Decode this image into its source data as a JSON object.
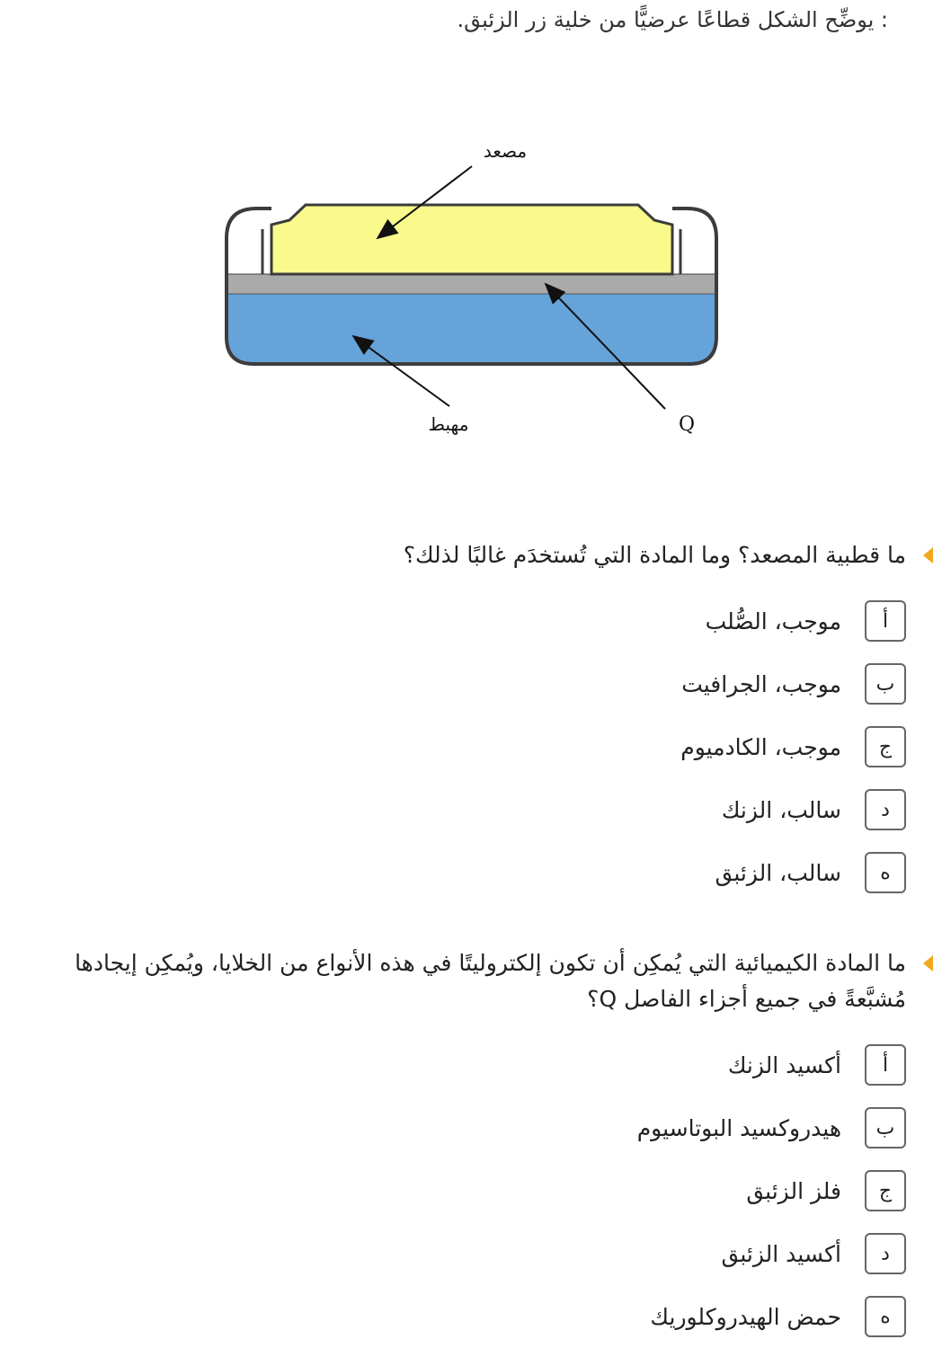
{
  "intro": ": يوضِّح الشكل قطاعًا عرضيًّا من خلية زر الزئبق.",
  "diagram": {
    "labels": {
      "anode": "مصعد",
      "cathode": "مهبط",
      "separator": "Q"
    },
    "colors": {
      "anode": "#fafa8c",
      "separator": "#aaaaaa",
      "cathode": "#65a3d9",
      "outline": "#3c3c3c"
    }
  },
  "questions": [
    {
      "text": "ما قطبية المصعد؟ وما المادة التي تُستخدَم غالبًا لذلك؟",
      "options": [
        {
          "key": "أ",
          "label": "موجب، الصُّلب"
        },
        {
          "key": "ب",
          "label": "موجب، الجرافيت"
        },
        {
          "key": "ج",
          "label": "موجب، الكادميوم"
        },
        {
          "key": "د",
          "label": "سالب، الزنك"
        },
        {
          "key": "ه",
          "label": "سالب، الزئبق"
        }
      ]
    },
    {
      "text": "ما المادة الكيميائية التي يُمكِن أن تكون إلكتروليتًا في هذه الأنواع من الخلايا، ويُمكِن إيجادها مُشبَّعةً في جميع أجزاء الفاصل Q؟",
      "options": [
        {
          "key": "أ",
          "label": "أكسيد الزنك"
        },
        {
          "key": "ب",
          "label": "هيدروكسيد البوتاسيوم"
        },
        {
          "key": "ج",
          "label": "فلز الزئبق"
        },
        {
          "key": "د",
          "label": "أكسيد الزئبق"
        },
        {
          "key": "ه",
          "label": "حمض الهيدروكلوريك"
        }
      ]
    }
  ]
}
